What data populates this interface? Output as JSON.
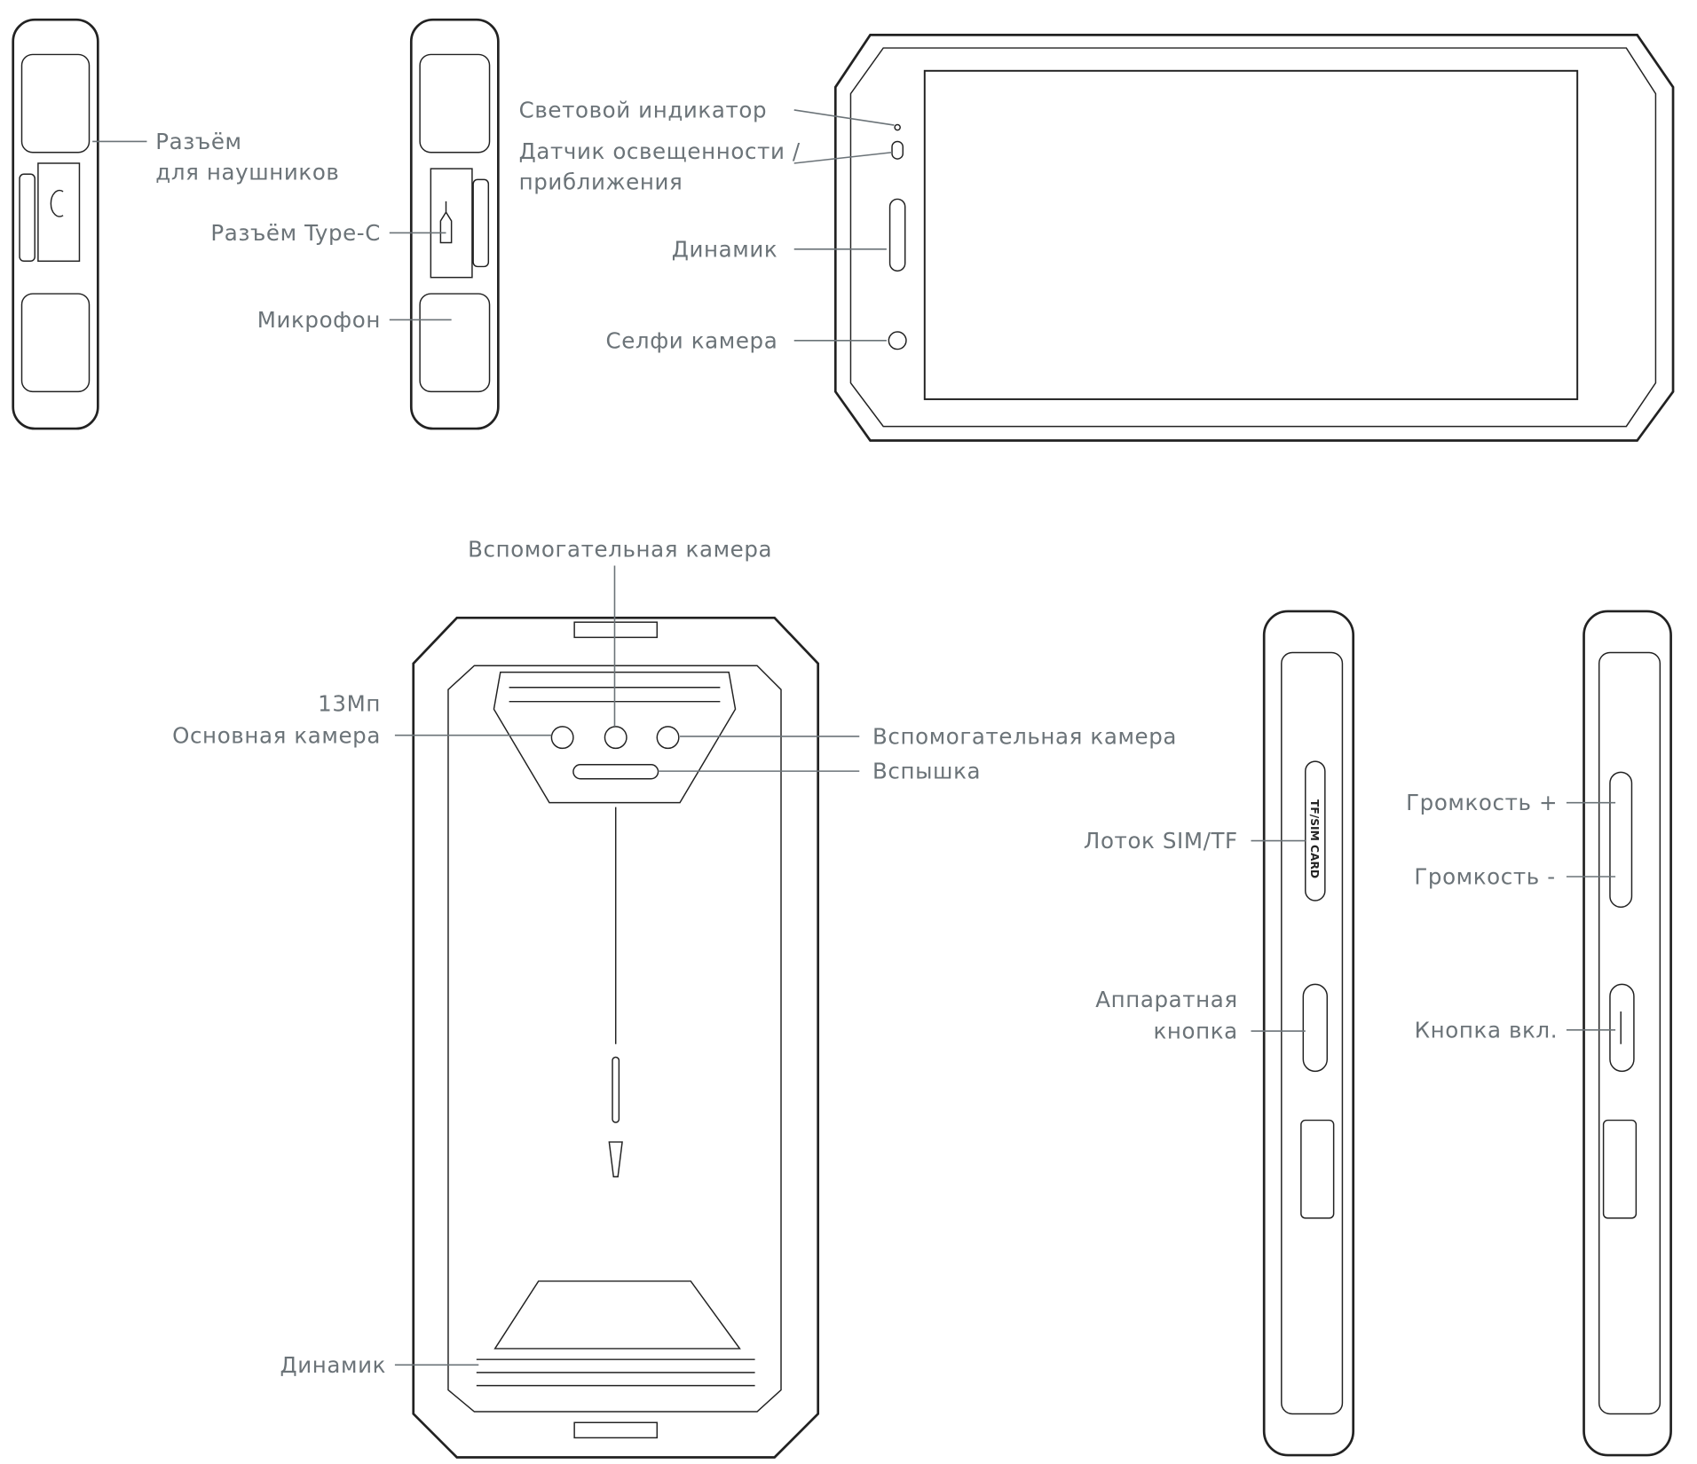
{
  "side_left": {
    "headphone_jack": [
      "Разъём",
      "для наушников"
    ],
    "type_c": "Разъём Type-C",
    "microphone": "Микрофон"
  },
  "front": {
    "indicator": "Световой индикатор",
    "sensor": [
      "Датчик освещенности /",
      "приближения"
    ],
    "speaker": "Динамик",
    "selfie": "Селфи камера"
  },
  "back": {
    "aux_camera_top": "Вспомогательная камера",
    "main_camera": [
      "13Мп",
      "Основная камера"
    ],
    "aux_camera_right": "Вспомогательная камера",
    "flash": "Вспышка",
    "speaker": "Динамик"
  },
  "side_right": {
    "sim_tray": "Лоток SIM/TF",
    "sim_tray_marking": "TF/SIM CARD",
    "hw_button": [
      "Аппаратная",
      "кнопка"
    ],
    "volume_up": "Громкость +",
    "volume_down": "Громкость -",
    "power": "Кнопка вкл."
  }
}
